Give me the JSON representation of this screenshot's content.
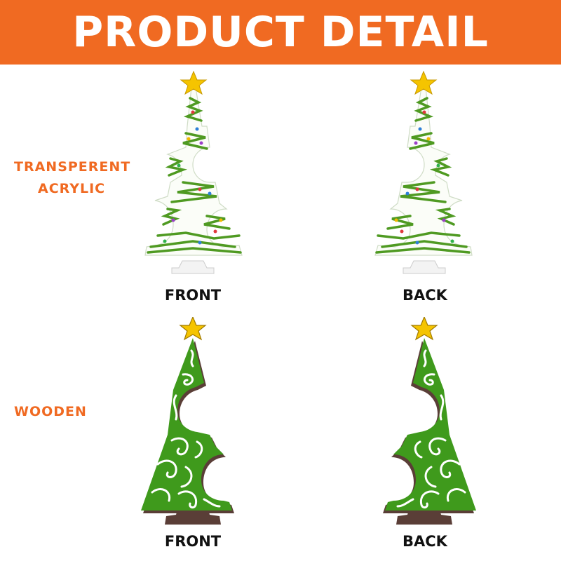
{
  "banner": {
    "title": "PRODUCT DETAIL"
  },
  "sections": [
    {
      "label_line1": "TRANSPERENT",
      "label_line2": "ACRYLIC",
      "material": "acrylic"
    },
    {
      "label_line1": "WOODEN",
      "label_line2": "",
      "material": "wood"
    }
  ],
  "captions": {
    "acrylic_front": "FRONT",
    "acrylic_back": "BACK",
    "wood_front": "FRONT",
    "wood_back": "BACK"
  },
  "colors": {
    "banner_orange": "#f06a22",
    "tree_green": "#3f9a1c",
    "star_yellow": "#f5c400",
    "wood_base": "#5a3e37"
  }
}
